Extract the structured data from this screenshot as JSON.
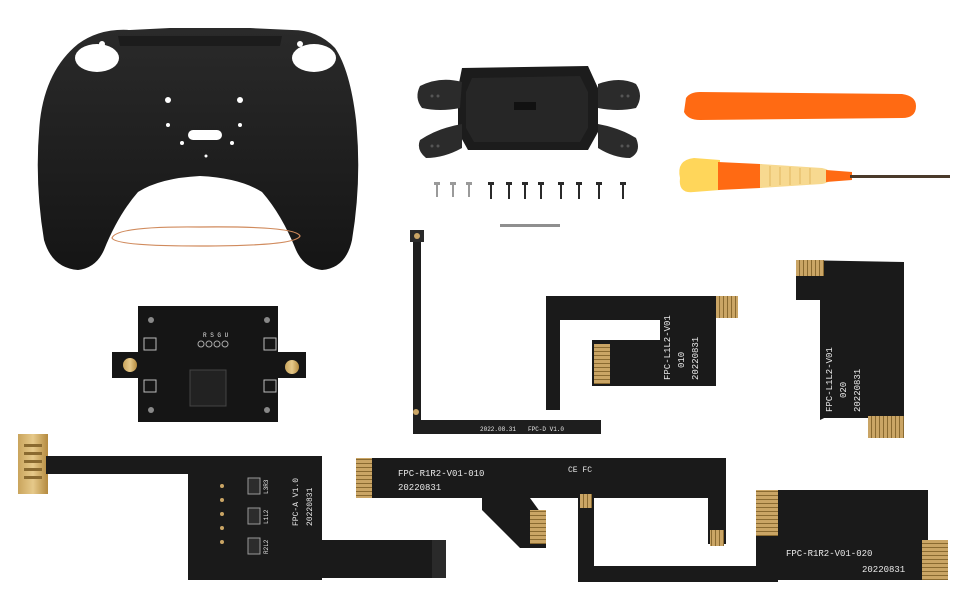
{
  "parts": {
    "board_main": {
      "row1": "R S G U"
    },
    "fpc_long_strip": {
      "text1": "2022.08.31",
      "text2": "FPC-D V1.0"
    },
    "fpc_l1l2_a": {
      "name": "FPC-L1L2-V01",
      "rev": "010",
      "date": "20220831"
    },
    "fpc_l1l2_b": {
      "name": "FPC-L1L2-V01",
      "rev": "020",
      "date": "20220831"
    },
    "fpc_a": {
      "name": "FPC-A V1.0",
      "date": "20220831",
      "l3r3": "L3R3",
      "l1l2": "L1L2",
      "r2l2": "R2L2"
    },
    "fpc_r1r2_a": {
      "name": "FPC-R1R2-V01-010",
      "date": "20220831",
      "mark": "CE FC"
    },
    "fpc_r1r2_b": {
      "name": "FPC-R1R2-V01-020",
      "date": "20220831"
    }
  }
}
